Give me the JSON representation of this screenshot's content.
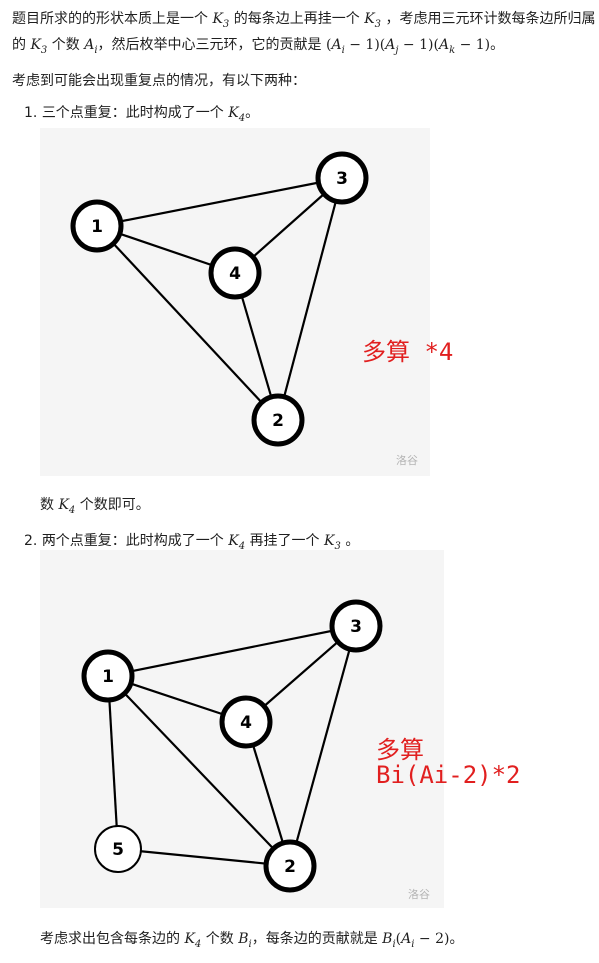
{
  "para1": {
    "a": "题目所求的的形状本质上是一个",
    "b": "的每条边上再挂一个",
    "c": "，考虑用三元环计数每条边所归属",
    "d": "的",
    "e": "个数",
    "f": "，然后枚举中心三元环，它的贡献是",
    "g": "。",
    "K": "K",
    "sub3": "3",
    "A": "A",
    "subi": "i",
    "subj": "j",
    "subk": "k",
    "formula_open": "(",
    "formula_minus1": " − 1)(",
    "formula_minus2": " − 1)(",
    "formula_end": " − 1)"
  },
  "para2": "考虑到可能会出现重复点的情况，有以下两种：",
  "item1": {
    "num": "1.",
    "text": "三个点重复：此时构成了一个",
    "tail": "。",
    "sub4": "4"
  },
  "graph1": {
    "nodes": [
      {
        "label": "1",
        "bold": true
      },
      {
        "label": "3",
        "bold": true
      },
      {
        "label": "4",
        "bold": true
      },
      {
        "label": "2",
        "bold": true
      }
    ],
    "watermark": "洛谷"
  },
  "note1": "多算 *4",
  "after1": {
    "a": "数",
    "b": "个数即可。",
    "sub4": "4"
  },
  "item2": {
    "num": "2.",
    "a": "两个点重复：此时构成了一个",
    "b": "再挂了一个",
    "c": "。",
    "sub4": "4",
    "sub3": "3"
  },
  "graph2": {
    "nodes": [
      {
        "label": "1",
        "bold": true
      },
      {
        "label": "3",
        "bold": true
      },
      {
        "label": "4",
        "bold": true
      },
      {
        "label": "5",
        "bold": false
      },
      {
        "label": "2",
        "bold": true
      }
    ],
    "watermark": "洛谷"
  },
  "note2": {
    "line1": "多算",
    "line2": "Bi(Ai-2)*2"
  },
  "last": {
    "a": "考虑求出包含每条边的",
    "b": "个数",
    "c": "，每条边的贡献就是",
    "d": "。",
    "sub4": "4",
    "B": "B",
    "subi": "i",
    "A": "A",
    "minus2": " − 2)"
  }
}
